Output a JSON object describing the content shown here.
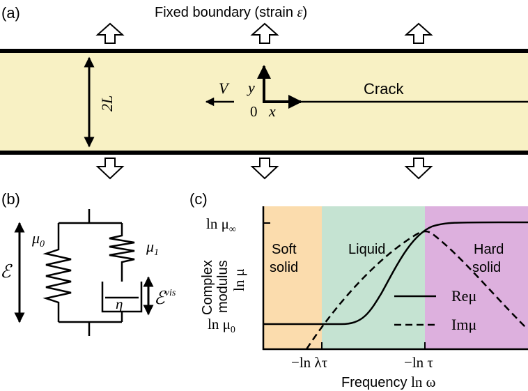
{
  "panels": {
    "a": {
      "label": "(a)",
      "boundary_title": "Fixed boundary (strain ",
      "boundary_strain_symbol": "ε",
      "boundary_close": ")",
      "width_label": "2L",
      "velocity_label": "V",
      "y_label": "y",
      "x_label": "x",
      "origin_label": "0",
      "crack_label": "Crack",
      "strip_color": "#f8f1c4"
    },
    "b": {
      "label": "(b)",
      "mu0": "μ",
      "mu0_sub": "0",
      "mu1": "μ",
      "mu1_sub": "1",
      "eta": "η",
      "strain_total": "ℰ",
      "strain_vis": "ℰ",
      "strain_vis_sup": "vis"
    },
    "c": {
      "label": "(c)",
      "ylabel_line1": "Complex",
      "ylabel_line2": "modulus",
      "ylabel_math": "ln μ",
      "ytick_top": "ln μ",
      "ytick_top_sub": "∞",
      "ytick_bottom": "ln μ",
      "ytick_bottom_sub": "0",
      "xtick_left": "−ln λτ",
      "xtick_right": "−ln τ",
      "xlabel_text": "Frequency ",
      "xlabel_math": "ln ω",
      "regions": [
        {
          "name_line1": "Soft",
          "name_line2": "solid",
          "color": "#fbdcad"
        },
        {
          "name_line1": "Liquid",
          "name_line2": "",
          "color": "#c5e3d2"
        },
        {
          "name_line1": "Hard",
          "name_line2": "solid",
          "color": "#ddb0de"
        }
      ],
      "legend": [
        {
          "label": "Reμ",
          "style": "solid"
        },
        {
          "label": "Imμ",
          "style": "dashed"
        }
      ]
    }
  }
}
